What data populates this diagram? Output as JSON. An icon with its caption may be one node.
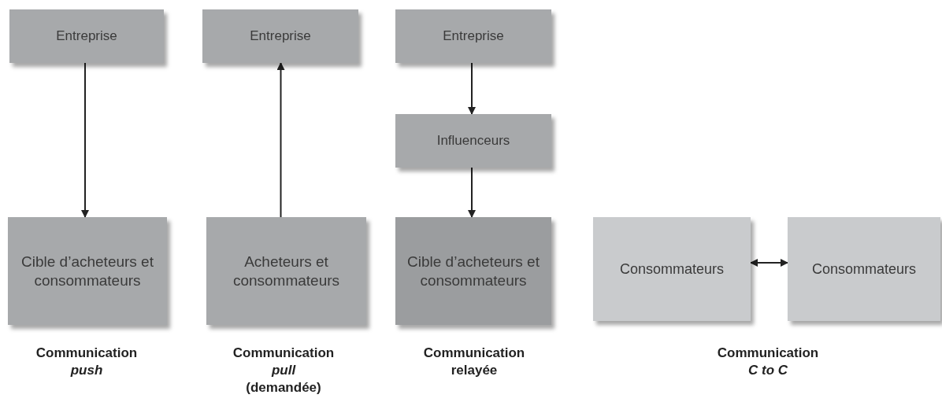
{
  "diagram": {
    "nodes": [
      {
        "text": [
          "Entreprise"
        ]
      },
      {
        "text": [
          "Cible d’acheteurs et consommateurs"
        ]
      },
      {
        "text": [
          "Entreprise"
        ]
      },
      {
        "text": [
          "Acheteurs et consommateurs"
        ]
      },
      {
        "text": [
          "Entreprise"
        ]
      },
      {
        "text": [
          "Influenceurs"
        ]
      },
      {
        "text": [
          "Cible d’acheteurs et consommateurs"
        ]
      },
      {
        "text": [
          "Consommateurs"
        ]
      },
      {
        "text": [
          "Consommateurs"
        ]
      }
    ],
    "edges": [
      {
        "from": 0,
        "to": 1,
        "arrow": "to"
      },
      {
        "from": 3,
        "to": 2,
        "arrow": "to"
      },
      {
        "from": 4,
        "to": 5,
        "arrow": "to"
      },
      {
        "from": 5,
        "to": 6,
        "arrow": "to"
      },
      {
        "from": 7,
        "to": 8,
        "arrow": "both"
      }
    ],
    "labels": [
      "Communication",
      "push",
      "Communication",
      "pull",
      "(demandée)",
      "Communication",
      "relayée",
      "Communication",
      "C to C"
    ]
  }
}
